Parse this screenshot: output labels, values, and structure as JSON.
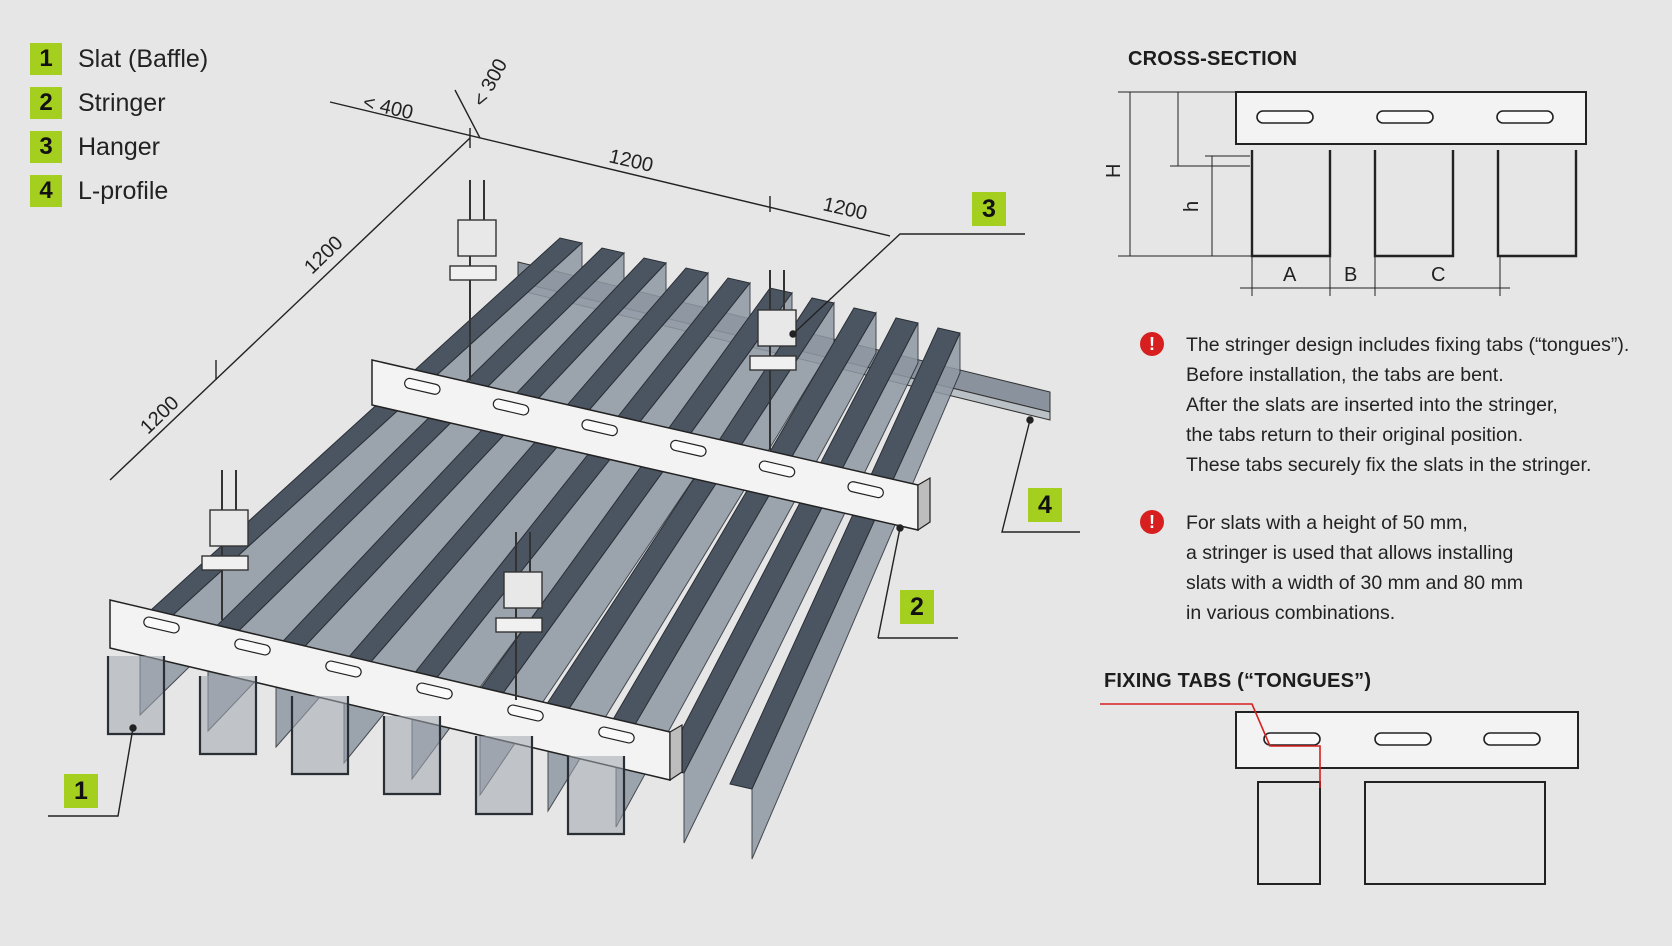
{
  "legend": [
    {
      "num": "1",
      "label": "Slat (Baffle)"
    },
    {
      "num": "2",
      "label": "Stringer"
    },
    {
      "num": "3",
      "label": "Hanger"
    },
    {
      "num": "4",
      "label": "L-profile"
    }
  ],
  "callouts": {
    "slat": "1",
    "stringer": "2",
    "hanger": "3",
    "lprofile": "4"
  },
  "dimensions": {
    "lt400": "< 400",
    "lt300": "< 300",
    "top_span": "1200",
    "top_span_right": "1200",
    "left_span_upper": "1200",
    "left_span_lower": "1200"
  },
  "cross_section": {
    "title": "CROSS-SECTION",
    "labels": {
      "H": "H",
      "h": "h",
      "A": "A",
      "B": "B",
      "C": "C"
    }
  },
  "notes": [
    {
      "icon": "!",
      "lines": [
        "The stringer design includes fixing tabs (“tongues”).",
        "Before installation, the tabs are bent.",
        "After the slats are inserted into the stringer,",
        "the tabs return to their original position.",
        "These tabs securely fix the slats in the stringer."
      ]
    },
    {
      "icon": "!",
      "lines": [
        "For slats with a height of 50 mm,",
        "a stringer is used that allows installing",
        "slats with a width of 30 mm and 80 mm",
        "in various combinations."
      ]
    }
  ],
  "fixing_tabs": {
    "title": "FIXING TABS (“TONGUES”)"
  },
  "colors": {
    "background": "#e6e6e6",
    "badge": "#a5cf1e",
    "slat": "#4b5562",
    "stringer": "#f2f2f2",
    "warning": "#d71f1f",
    "line": "#222222"
  }
}
